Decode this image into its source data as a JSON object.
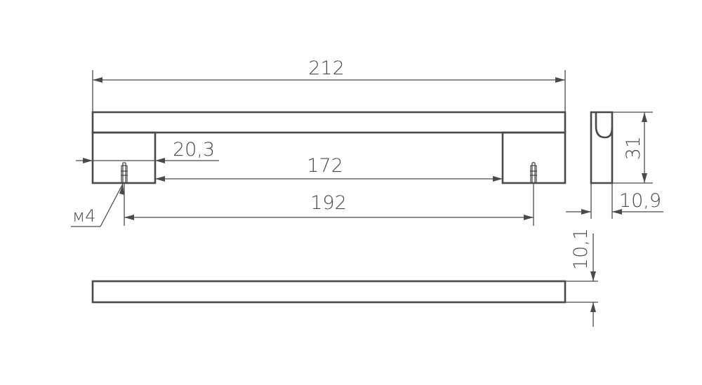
{
  "dimensions": {
    "overall_length": "212",
    "hole_offset": "20,3",
    "inner_length": "172",
    "center_distance": "192",
    "thread": "м4",
    "height": "31",
    "width": "10,9",
    "thickness": "10,1"
  },
  "colors": {
    "line": "#4a4a4a",
    "background": "#ffffff"
  }
}
